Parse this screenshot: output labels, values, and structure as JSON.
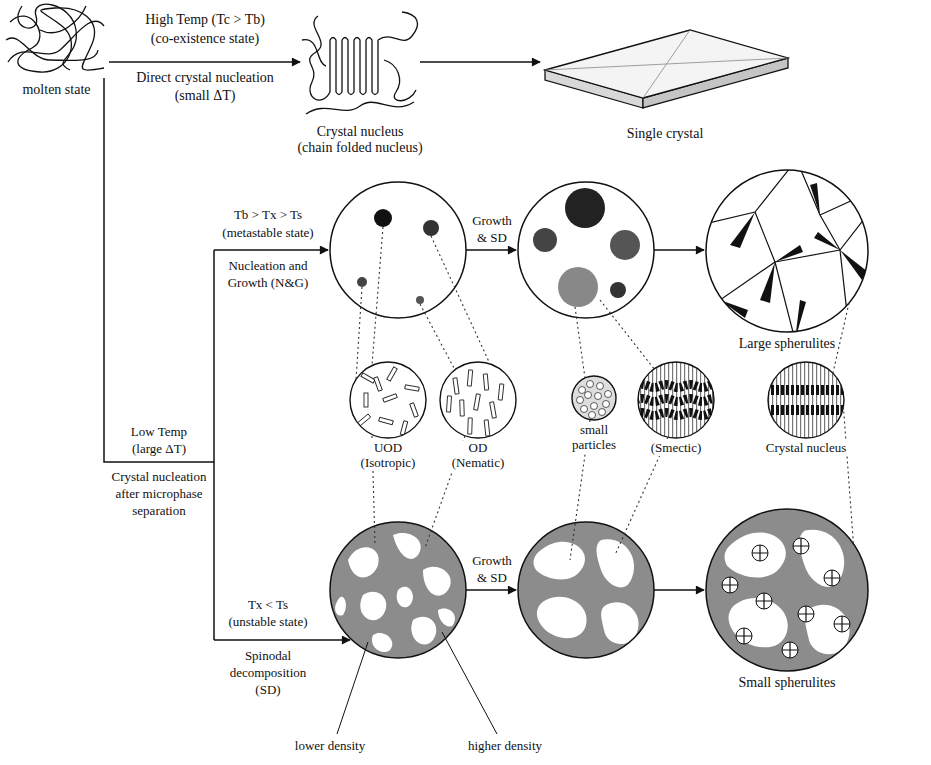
{
  "diagram": {
    "nodes": [
      {
        "text": [
          "molten state"
        ]
      },
      {
        "text": [
          "Crystal nucleus",
          "(chain folded nucleus)"
        ]
      },
      {
        "text": [
          "Single crystal"
        ]
      },
      {
        "text": [
          "Large spherulites"
        ]
      },
      {
        "text": [
          "UOD (Isotropic)"
        ]
      },
      {
        "text": [
          "OD (Nematic)"
        ]
      },
      {
        "text": [
          "small particles"
        ]
      },
      {
        "text": [
          "(Smectic)"
        ]
      },
      {
        "text": [
          "Crystal nucleus"
        ]
      },
      {
        "text": [
          "Small spherulites"
        ]
      }
    ],
    "edges": [
      {
        "from": 0,
        "to": 1,
        "arrow": "to"
      },
      {
        "from": 1,
        "to": 2,
        "arrow": "to"
      },
      {
        "from": 3,
        "to": 8,
        "arrow": "none"
      },
      {
        "from": 8,
        "to": 9,
        "arrow": "none"
      }
    ],
    "labels": [
      "High Temp (Tc > Tb)",
      "(co-existence state)",
      "Direct crystal nucleation",
      "(small ΔT)",
      "Tb > Tx > Ts",
      "(metastable state)",
      "Nucleation and",
      "Growth (N&G)",
      "Growth",
      "& SD",
      "Low Temp",
      "(large ΔT)",
      "Crystal nucleation",
      "after microphase",
      "separation",
      "Tx < Ts",
      "(unstable state)",
      "Spinodal",
      "decomposition",
      "(SD)",
      "Growth",
      "& SD",
      "lower density",
      "higher density"
    ]
  }
}
